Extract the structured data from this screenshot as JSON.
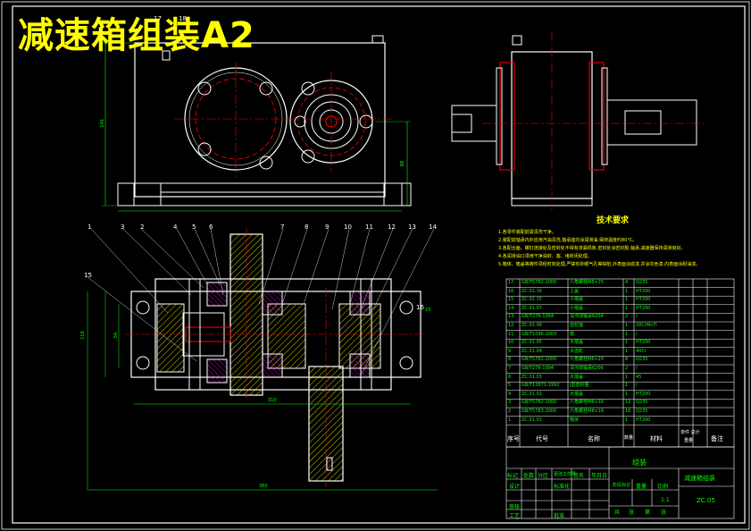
{
  "drawing": {
    "title": "减速箱组装A2",
    "tech_title": "技术要求",
    "tech_notes": [
      "1.各零件装配前需清洗干净。",
      "2.装配前轴承内外应用汽油清洗,轴承座内涂润滑油,保持温度约80°C。",
      "3.各配合面、螺钉连接处及密封处不得有渗漏现象,密封处涂密封胶,轴承,减速器保持润滑良好。",
      "4.各润滑油口须用干净油封、塞、堵封闭处理。",
      "5.箱体、箱盖等铸件须经时效处理,严禁有砂眼气孔等缺陷,外表面涂底漆,并涂灰色漆,内表面涂耐油漆。"
    ],
    "balloons": [
      "1",
      "2",
      "3",
      "4",
      "5",
      "6",
      "7",
      "8",
      "9",
      "10",
      "11",
      "12",
      "13",
      "14",
      "15",
      "16",
      "17",
      "18"
    ],
    "dims": {
      "top_height": "146",
      "top_right": "88",
      "bottom_width": "310",
      "overall_width": "380",
      "left_height": "116",
      "left_small": "56",
      "right_angle": "15"
    },
    "bom": {
      "rows": [
        {
          "no": "17",
          "code": "GB/T5782-2000",
          "name": "六角螺栓M8×25",
          "qty": "4",
          "mat": "Q235"
        },
        {
          "no": "16",
          "code": "ZC.01.16",
          "name": "上盖",
          "qty": "1",
          "mat": "HT200"
        },
        {
          "no": "15",
          "code": "ZC.01.15",
          "name": "小端盖",
          "qty": "1",
          "mat": "HT200"
        },
        {
          "no": "14",
          "code": "ZC.01.07",
          "name": "小端盖",
          "qty": "1",
          "mat": "HT200"
        },
        {
          "no": "13",
          "code": "GB/T276-1994",
          "name": "深沟球轴承6204",
          "qty": "2",
          "mat": "/"
        },
        {
          "no": "12",
          "code": "ZC.01.06",
          "name": "齿轮轴",
          "qty": "1",
          "mat": "20CrMnTi"
        },
        {
          "no": "11",
          "code": "GB/T1096-2003",
          "name": "键",
          "qty": "1",
          "mat": "/"
        },
        {
          "no": "10",
          "code": "ZC.01.05",
          "name": "大端盖",
          "qty": "1",
          "mat": "HT200"
        },
        {
          "no": "9",
          "code": "ZC.01.04",
          "name": "大齿轮",
          "qty": "1",
          "mat": "40Cr"
        },
        {
          "no": "8",
          "code": "GB/T5782-2000",
          "name": "六角螺栓M6×20",
          "qty": "8",
          "mat": "Q235"
        },
        {
          "no": "7",
          "code": "GB/T276-1994",
          "name": "深沟球轴承6206",
          "qty": "2",
          "mat": "/"
        },
        {
          "no": "6",
          "code": "ZC.01.03",
          "name": "大端盖",
          "qty": "1",
          "mat": "45"
        },
        {
          "no": "5",
          "code": "GB/T13871-1992",
          "name": "J型密封圈",
          "qty": "1",
          "mat": "/"
        },
        {
          "no": "4",
          "code": "ZC.01.02",
          "name": "大端盖",
          "qty": "1",
          "mat": "HT200"
        },
        {
          "no": "3",
          "code": "GB/T5782-2000",
          "name": "六角螺栓M6×16",
          "qty": "12",
          "mat": "Q235"
        },
        {
          "no": "2",
          "code": "GB/T5783-2000",
          "name": "六角螺栓M8×16",
          "qty": "16",
          "mat": "Q235"
        },
        {
          "no": "1",
          "code": "ZC.01.01",
          "name": "箱体",
          "qty": "1",
          "mat": "HT200"
        }
      ],
      "headers": {
        "no": "序号",
        "code": "代号",
        "name": "名称",
        "qty": "数量",
        "mat": "材料",
        "weight": "单件 总计",
        "weight2": "重量",
        "remark": "备注"
      }
    },
    "titleblock": {
      "center_label": "组装",
      "drawing_name": "减速箱组装",
      "drawing_no": "ZC.05",
      "scale": "1:1",
      "left_rows": [
        "标记",
        "处数",
        "分区",
        "更改文件号",
        "签名",
        "年月日"
      ],
      "design": "设计",
      "check": "审核",
      "process": "工艺",
      "approve": "批准",
      "std": "标准化",
      "sheet_labels": [
        "共",
        "张",
        "第",
        "张"
      ],
      "stage_labels": [
        "阶段标记",
        "重量",
        "比例"
      ]
    }
  },
  "colors": {
    "background": "#000000",
    "outline": "#ffffff",
    "green": "#00ff00",
    "yellow": "#ffff00",
    "red": "#ff0000",
    "cyan": "#00ffff",
    "magenta": "#ff00ff",
    "hatch": "#ffff00"
  }
}
